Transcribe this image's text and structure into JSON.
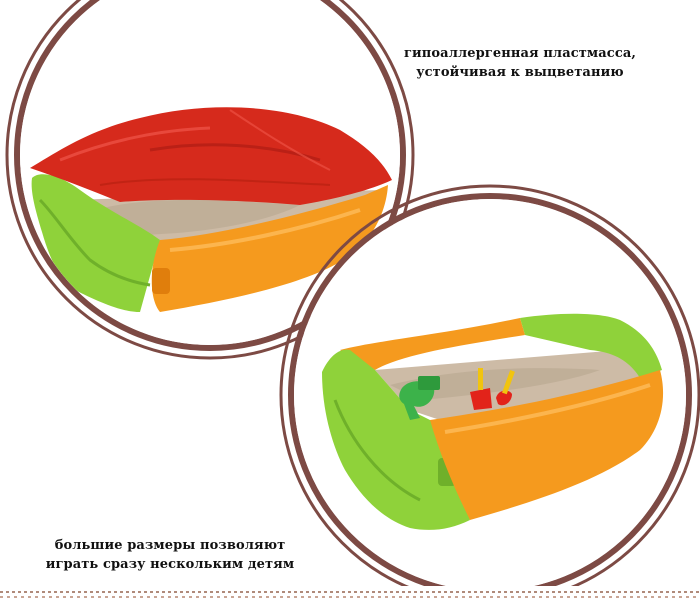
{
  "captions": {
    "top": {
      "line1": "гипоаллергенная пластмасса,",
      "line2": "устойчивая к выцветанию"
    },
    "bottom": {
      "line1": "большие размеры позволяют",
      "line2": "играть сразу нескольким детям"
    }
  },
  "colors": {
    "frame_ring": "#7d4a44",
    "sandbox_green": "#8fd23a",
    "sandbox_orange": "#f59a1e",
    "cover_red": "#d62a1c",
    "sand": "#cdbba6",
    "toy_green": "#3cb24a",
    "toy_red": "#e2231a"
  }
}
